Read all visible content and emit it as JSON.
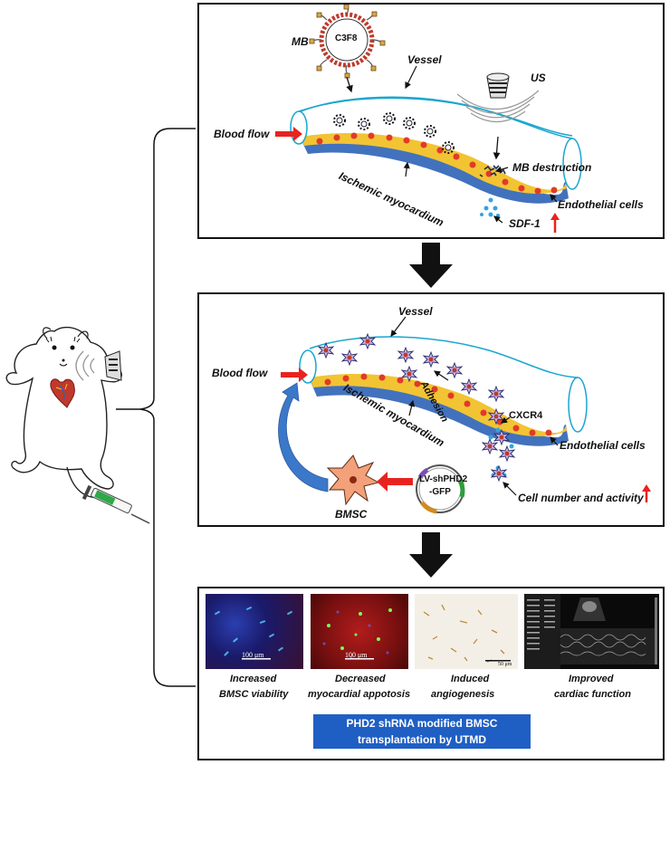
{
  "panel1": {
    "mb_label": "MB",
    "c3f8_label": "C3F8",
    "vessel_label": "Vessel",
    "us_label": "US",
    "blood_flow": "Blood flow",
    "ischemic": "Ischemic myocardium",
    "mb_destruction": "MB destruction",
    "endothelial": "Endothelial cells",
    "sdf1": "SDF-1"
  },
  "panel2": {
    "vessel_label": "Vessel",
    "blood_flow": "Blood flow",
    "ischemic": "Ischemic myocardium",
    "adhesion": "Adhesion",
    "cxcr4": "CXCR4",
    "endothelial": "Endothelial cells",
    "plasmid_line1": "LV-shPHD2",
    "plasmid_line2": "-GFP",
    "bmsc": "BMSC",
    "cell_number": "Cell number and activity"
  },
  "panel3": {
    "thumb1_scale": "100 μm",
    "thumb2_scale": "100 μm",
    "thumb3_scale": "50 μm",
    "outcome1_line1": "Increased",
    "outcome1_line2": "BMSC viability",
    "outcome2_line1": "Decreased",
    "outcome2_line2": "myocardial appotosis",
    "outcome3_line1": "Induced",
    "outcome3_line2": "angiogenesis",
    "outcome4_line1": "Improved",
    "outcome4_line2": "cardiac function",
    "banner_line1": "PHD2 shRNA modified BMSC",
    "banner_line2": "transplantation by UTMD"
  },
  "colors": {
    "arrow_red": "#e8231f",
    "vessel_outline": "#1aa6cf",
    "endothelium_yellow": "#f2c433",
    "myocardium_blue": "#2d63b6",
    "banner_blue": "#1f5fc4",
    "bmsc_orange": "#f3a17a"
  }
}
